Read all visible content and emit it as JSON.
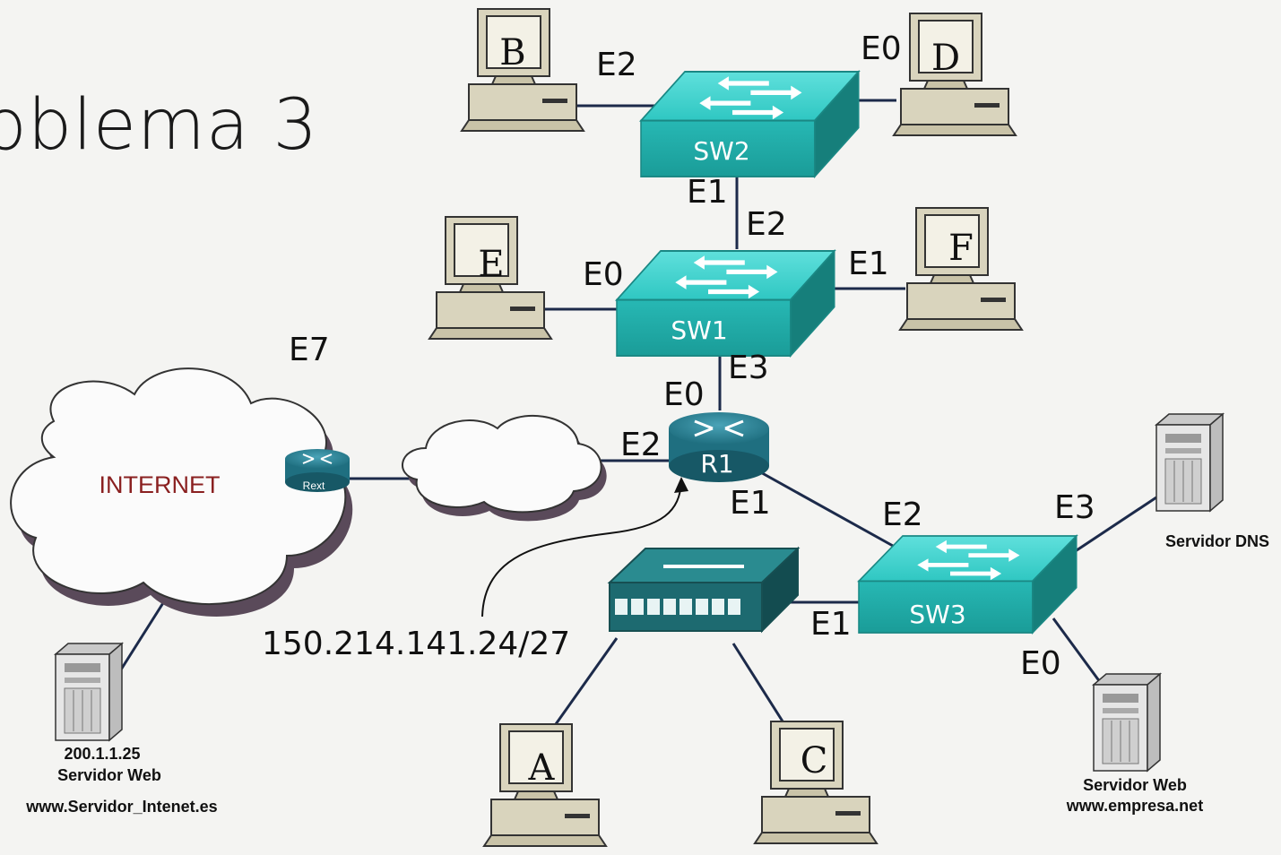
{
  "title": "oblema 3",
  "pcs": {
    "B": "B",
    "D": "D",
    "E": "E",
    "F": "F",
    "A": "A",
    "C": "C"
  },
  "switches": {
    "sw1": "SW1",
    "sw2": "SW2",
    "sw3": "SW3"
  },
  "router": {
    "r1": "R1",
    "rext": "Rext"
  },
  "internet": "INTERNET",
  "subnet": "150.214.141.24/27",
  "ports": {
    "b_sw2": "E2",
    "d_sw2": "E0",
    "sw2_down": "E1",
    "sw1_up": "E2",
    "e_sw1": "E0",
    "f_sw1": "E1",
    "e7": "E7",
    "sw1_down": "E3",
    "r1_up": "E0",
    "r1_left": "E2",
    "r1_down": "E1",
    "sw3_up": "E2",
    "sw3_dns": "E3",
    "sw3_hub": "E1",
    "sw3_web": "E0"
  },
  "servers": {
    "dns": "Servidor DNS",
    "web_local": "Servidor Web",
    "web_local_url": "www.empresa.net",
    "web_ext_ip": "200.1.1.25",
    "web_ext": "Servidor Web",
    "web_ext_url": "www.Servidor_Intenet.es"
  }
}
